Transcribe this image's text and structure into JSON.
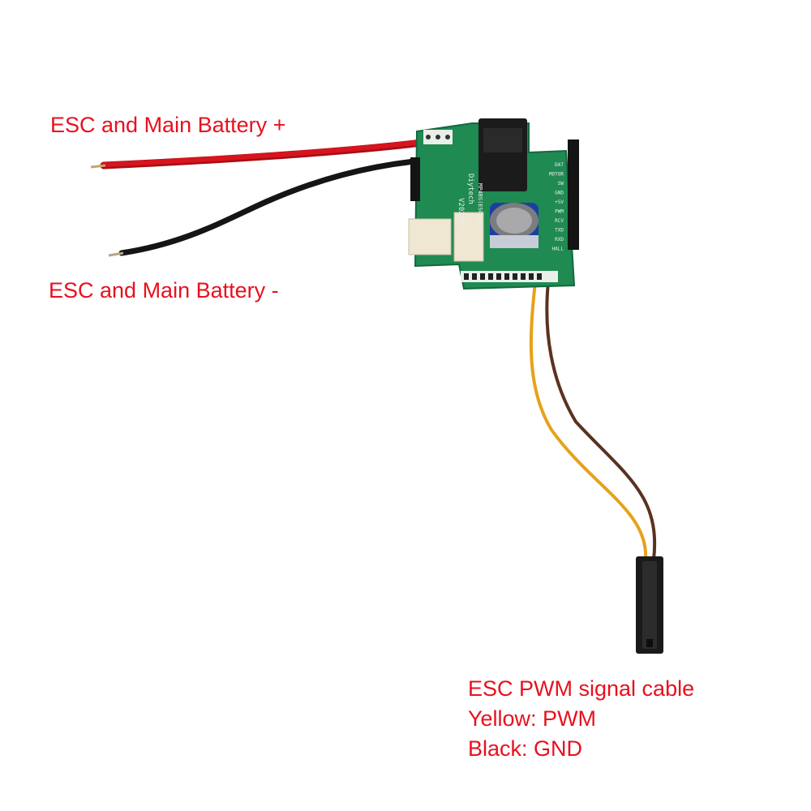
{
  "labels": {
    "battery_plus": "ESC and Main Battery +",
    "battery_minus": "ESC and Main Battery -",
    "pwm_cable_title": "ESC PWM signal cable",
    "pwm_yellow": "Yellow: PWM",
    "pwm_black": "Black: GND"
  },
  "board": {
    "version": "V202504",
    "brand": "Diytech",
    "model": "MP4BS(ESC)R2D",
    "pins": [
      "DAT",
      "MOTOR",
      "SW",
      "GND",
      "+5V",
      "PWM",
      "RCV",
      "TXD",
      "RXD",
      "HALL"
    ]
  },
  "colors": {
    "label_text": "#e8101e",
    "pcb": "#1f8a52",
    "wire_red": "#d8141e",
    "wire_black": "#151515",
    "wire_yellow": "#e6a21a",
    "wire_brown": "#5a3220",
    "connector": "#1a1a1a"
  },
  "icons": {
    "capacitor": "electrolytic-capacitor",
    "relay": "black-relay-block"
  }
}
